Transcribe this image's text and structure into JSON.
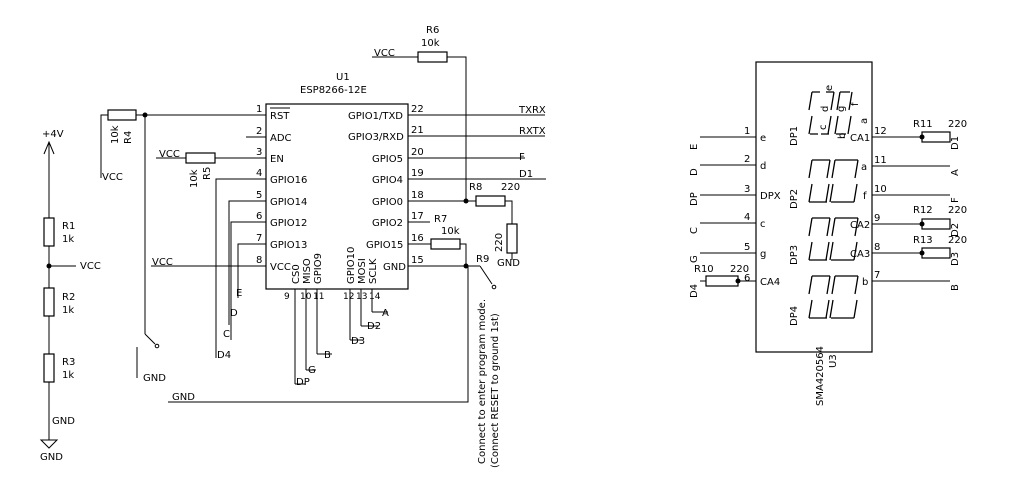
{
  "labels": {
    "plus4v": "+4V",
    "vcc": "VCC",
    "gnd": "GND",
    "r1": "R1",
    "r1_val": "1k",
    "r2": "R2",
    "r2_val": "1k",
    "r3": "R3",
    "r3_val": "1k",
    "r4": "R4",
    "r4_val": "10k",
    "r5": "R5",
    "r5_val": "10k",
    "r6": "R6",
    "r6_val": "10k",
    "r7": "R7",
    "r7_val": "10k",
    "r8": "R8",
    "r8_val": "220",
    "r9": "R9",
    "r10": "R10",
    "r10_val": "220",
    "r11": "R11",
    "r11_val": "220",
    "r12": "R12",
    "r12_val": "220",
    "r13": "R13",
    "r13_val": "220",
    "u1": "U1",
    "u1_part": "ESP8266-12E",
    "u3": "U3",
    "u3_part": "SMA420564",
    "note1": "Connect to enter program mode.",
    "note2": "(Connect RESET to ground 1st)"
  },
  "u1_pins_left": [
    {
      "num": "1",
      "name": "RST"
    },
    {
      "num": "2",
      "name": "ADC"
    },
    {
      "num": "3",
      "name": "EN"
    },
    {
      "num": "4",
      "name": "GPIO16"
    },
    {
      "num": "5",
      "name": "GPIO14"
    },
    {
      "num": "6",
      "name": "GPIO12"
    },
    {
      "num": "7",
      "name": "GPIO13"
    },
    {
      "num": "8",
      "name": "VCC"
    }
  ],
  "u1_pins_right": [
    {
      "num": "22",
      "name": "GPIO1/TXD",
      "net": "TXRX"
    },
    {
      "num": "21",
      "name": "GPIO3/RXD",
      "net": "RXTX"
    },
    {
      "num": "20",
      "name": "GPIO5",
      "net": "F"
    },
    {
      "num": "19",
      "name": "GPIO4",
      "net": "D1"
    },
    {
      "num": "18",
      "name": "GPIO0",
      "net": ""
    },
    {
      "num": "17",
      "name": "GPIO2",
      "net": ""
    },
    {
      "num": "16",
      "name": "GPIO15",
      "net": ""
    },
    {
      "num": "15",
      "name": "GND",
      "net": ""
    }
  ],
  "u1_pins_bottom": [
    {
      "num": "9",
      "name": "CS0"
    },
    {
      "num": "10",
      "name": "MISO"
    },
    {
      "num": "11",
      "name": "GPIO9"
    },
    {
      "num": "12",
      "name": "GPIO10"
    },
    {
      "num": "13",
      "name": "MOSI"
    },
    {
      "num": "14",
      "name": "SCLK"
    }
  ],
  "u1_nets": {
    "gpio16": "D4",
    "gpio14": "D",
    "gpio12": "C",
    "gpio13": "E",
    "cs0": "DP",
    "miso": "G",
    "gpio9": "B",
    "gpio10": "D3",
    "mosi": "D2",
    "sclk": "A"
  },
  "u3_pins_left": [
    {
      "num": "1",
      "name": "e",
      "net": "E"
    },
    {
      "num": "2",
      "name": "d",
      "net": "D"
    },
    {
      "num": "3",
      "name": "DPX",
      "net": "DP"
    },
    {
      "num": "4",
      "name": "c",
      "net": "C"
    },
    {
      "num": "5",
      "name": "g",
      "net": "G"
    },
    {
      "num": "6",
      "name": "CA4",
      "net": "D4"
    }
  ],
  "u3_pins_right": [
    {
      "num": "12",
      "name": "CA1",
      "net": "D1"
    },
    {
      "num": "11",
      "name": "a",
      "net": "A"
    },
    {
      "num": "10",
      "name": "f",
      "net": "F"
    },
    {
      "num": "9",
      "name": "CA2",
      "net": "D2"
    },
    {
      "num": "8",
      "name": "CA3",
      "net": "D3"
    },
    {
      "num": "7",
      "name": "b",
      "net": "B"
    }
  ],
  "u3_digits": [
    "DP1",
    "DP2",
    "DP3",
    "DP4"
  ],
  "u3_segments": [
    "a",
    "b",
    "c",
    "d",
    "e",
    "f",
    "g"
  ]
}
